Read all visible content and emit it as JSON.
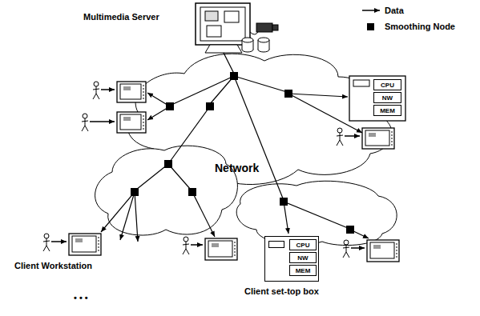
{
  "diagram": {
    "nodes": [
      {
        "text": [
          "Multimedia Server"
        ]
      },
      {
        "text": [
          "CPU"
        ]
      },
      {
        "text": [
          "NW"
        ]
      },
      {
        "text": [
          "MEM"
        ]
      },
      {
        "text": [
          "Client set-top box"
        ]
      },
      {
        "text": [
          "CPU"
        ],
        "in": 4
      },
      {
        "text": [
          "NW"
        ],
        "in": 4
      },
      {
        "text": [
          "MEM"
        ],
        "in": 4
      },
      {
        "text": [
          "Client Workstation"
        ]
      }
    ],
    "labels": [
      "Network",
      "• • •"
    ],
    "legend": [
      {
        "text": "Data"
      },
      {
        "text": "Smoothing Node",
        "color": "#000000"
      }
    ]
  }
}
